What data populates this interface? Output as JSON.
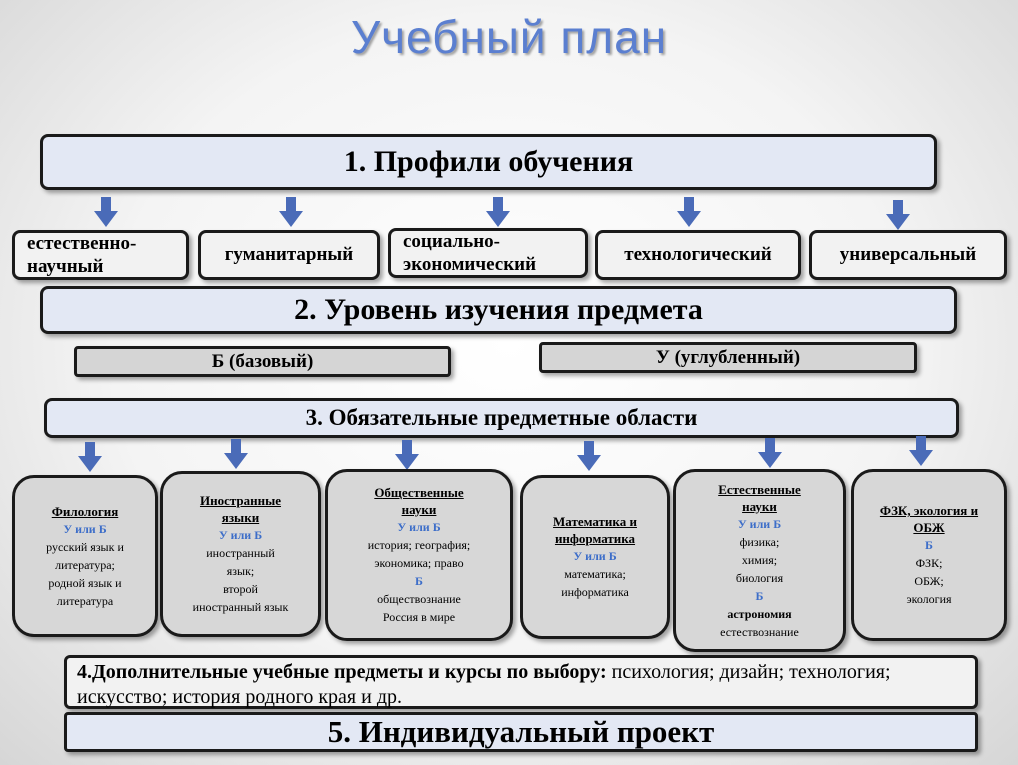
{
  "title": "Учебный план",
  "section1": "1. Профили обучения",
  "profiles": [
    "естественно-научный",
    "гуманитарный",
    "социально-экономический",
    "технологический",
    "универсальный"
  ],
  "section2": "2. Уровень изучения предмета",
  "levels": {
    "basic": "Б (базовый)",
    "advanced": "У (углубленный)"
  },
  "section3": "3. Обязательные предметные области",
  "areas": [
    {
      "head": "Филология",
      "lines": [
        {
          "t": "У или Б",
          "k": "lv"
        },
        {
          "t": "русский язык и",
          "k": ""
        },
        {
          "t": "литература;",
          "k": ""
        },
        {
          "t": "родной язык и",
          "k": ""
        },
        {
          "t": "литература",
          "k": ""
        }
      ]
    },
    {
      "head": "Иностранные языки",
      "lines": [
        {
          "t": "У или Б",
          "k": "lv"
        },
        {
          "t": "иностранный",
          "k": ""
        },
        {
          "t": "язык;",
          "k": ""
        },
        {
          "t": "второй",
          "k": ""
        },
        {
          "t": "иностранный язык",
          "k": ""
        }
      ]
    },
    {
      "head": "Общественные науки",
      "lines": [
        {
          "t": "У или Б",
          "k": "lv"
        },
        {
          "t": "история; география;",
          "k": ""
        },
        {
          "t": "экономика; право",
          "k": ""
        },
        {
          "t": "Б",
          "k": "lv"
        },
        {
          "t": "обществознание",
          "k": ""
        },
        {
          "t": "Россия в мире",
          "k": ""
        }
      ]
    },
    {
      "head": "Математика и информатика",
      "lines": [
        {
          "t": "У или Б",
          "k": "lv"
        },
        {
          "t": "математика;",
          "k": ""
        },
        {
          "t": "информатика",
          "k": ""
        }
      ]
    },
    {
      "head": "Естественные науки",
      "lines": [
        {
          "t": "У или Б",
          "k": "lv"
        },
        {
          "t": "физика;",
          "k": ""
        },
        {
          "t": "химия;",
          "k": ""
        },
        {
          "t": "биология",
          "k": ""
        },
        {
          "t": "Б",
          "k": "lv"
        },
        {
          "t": "астрономия",
          "k": "bd"
        },
        {
          "t": "естествознание",
          "k": ""
        }
      ]
    },
    {
      "head": "ФЗК, экология и ОБЖ",
      "lines": [
        {
          "t": "Б",
          "k": "lv"
        },
        {
          "t": "ФЗК;",
          "k": ""
        },
        {
          "t": "ОБЖ;",
          "k": ""
        },
        {
          "t": "экология",
          "k": ""
        }
      ]
    }
  ],
  "section4": {
    "lead": "4.Дополнительные учебные предметы и курсы по выбору:",
    "text": "психология; дизайн; технология; искусство; история родного края и др."
  },
  "section5": "5. Индивидуальный проект",
  "colors": {
    "title": "#5b7fd0",
    "arrow": "#4a6bb8",
    "level_text": "#3d6ec9"
  }
}
